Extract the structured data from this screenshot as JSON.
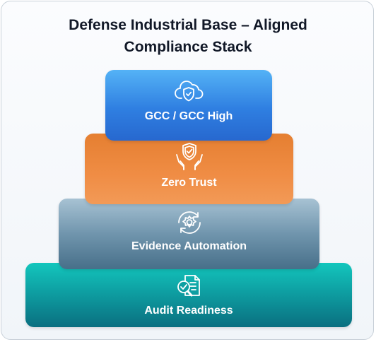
{
  "title": {
    "line1": "Defense Industrial Base – Aligned",
    "line2": "Compliance Stack"
  },
  "tiers": [
    {
      "label": "GCC / GCC High",
      "icon": "cloud-shield-icon",
      "color": "#2f7fe1"
    },
    {
      "label": "Zero Trust",
      "icon": "shield-hands-icon",
      "color": "#f08d45"
    },
    {
      "label": "Evidence Automation",
      "icon": "gear-cycle-icon",
      "color": "#5f86a0"
    },
    {
      "label": "Audit Readiness",
      "icon": "document-magnifier-icon",
      "color": "#0e9fa2"
    }
  ]
}
